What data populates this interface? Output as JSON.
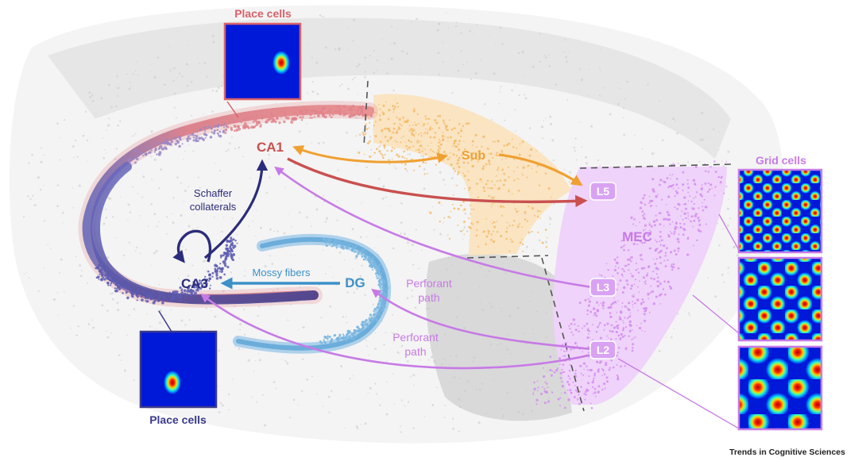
{
  "labels": {
    "place_cells_top": "Place cells",
    "place_cells_bottom": "Place cells",
    "grid_cells": "Grid cells",
    "ca1": "CA1",
    "ca3": "CA3",
    "dg": "DG",
    "sub": "Sub",
    "mec": "MEC",
    "l5": "L5",
    "l3": "L3",
    "l2": "L2",
    "schaffer_line1": "Schaffer",
    "schaffer_line2": "collaterals",
    "mossy_fibers": "Mossy fibers",
    "perforant_1_line1": "Perforant",
    "perforant_1_line2": "path",
    "perforant_2_line1": "Perforant",
    "perforant_2_line2": "path"
  },
  "footer": {
    "credit": "Trends in Cognitive Sciences"
  },
  "colors": {
    "ca1": "#d9616a",
    "ca3": "#3a3a8c",
    "dg": "#3d90c8",
    "sub": "#f0a030",
    "mec": "#c77ae6",
    "ca1_arrow": "#c9504f",
    "background_cells": "#cfcfcf"
  }
}
